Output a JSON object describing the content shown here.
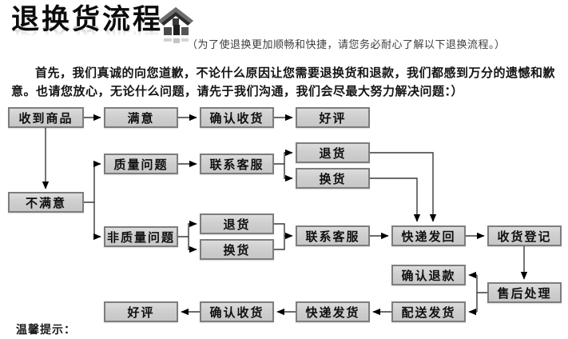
{
  "header": {
    "title": "退换货流程",
    "subtitle": "（为了使退换更加顺畅和快捷，请您务必耐心了解以下退换流程。）"
  },
  "intro": "首先，我们真诚的向您道歉，不论什么原因让您需要退换货和退款，我们都感到万分的遗憾和歉意。也请您放心，无论什么问题，请先于我们沟通，我们会尽最大努力解决问题：）",
  "flowchart": {
    "colors": {
      "box_fill": "#d2d2d2",
      "box_border": "#7d7d7d",
      "line": "#3a3a3a",
      "arrow": "#000000",
      "text": "#101010"
    },
    "nodes": [
      {
        "id": "received-goods",
        "label": "收到商品"
      },
      {
        "id": "satisfied",
        "label": "满意"
      },
      {
        "id": "confirm-receipt-top",
        "label": "确认收货"
      },
      {
        "id": "good-review-top",
        "label": "好评"
      },
      {
        "id": "quality-issue",
        "label": "质量问题"
      },
      {
        "id": "contact-service-quality",
        "label": "联系客服"
      },
      {
        "id": "return-quality",
        "label": "退货"
      },
      {
        "id": "exchange-quality",
        "label": "换货"
      },
      {
        "id": "unsatisfied",
        "label": "不满意"
      },
      {
        "id": "non-quality-issue",
        "label": "非质量问题"
      },
      {
        "id": "return-nonquality",
        "label": "退货"
      },
      {
        "id": "exchange-nonquality",
        "label": "换货"
      },
      {
        "id": "contact-service-nonquality",
        "label": "联系客服"
      },
      {
        "id": "courier-send-back",
        "label": "快递发回"
      },
      {
        "id": "receipt-registration",
        "label": "收货登记"
      },
      {
        "id": "after-sales-processing",
        "label": "售后处理"
      },
      {
        "id": "confirm-refund",
        "label": "确认退款"
      },
      {
        "id": "dispatch-delivery",
        "label": "配送发货"
      },
      {
        "id": "courier-dispatch",
        "label": "快递发货"
      },
      {
        "id": "confirm-receipt-bottom",
        "label": "确认收货"
      },
      {
        "id": "good-review-bottom",
        "label": "好评"
      }
    ]
  },
  "footer": {
    "tip_label": "温馨提示："
  }
}
